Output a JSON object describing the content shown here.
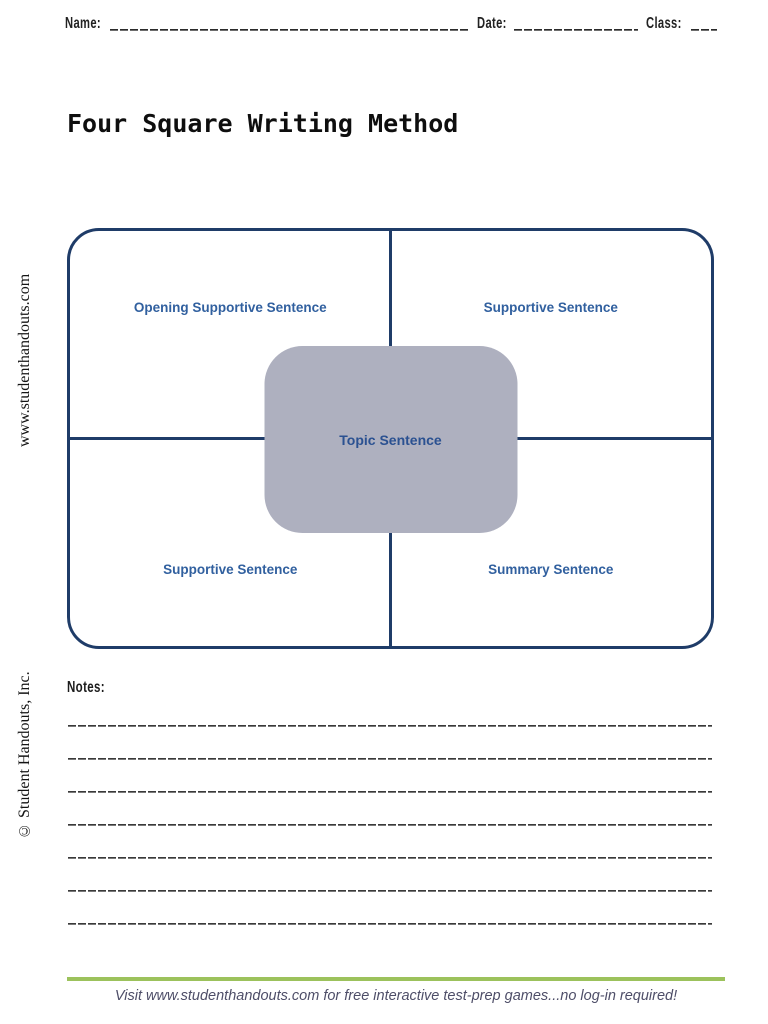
{
  "header": {
    "name_label": "Name:",
    "date_label": "Date:",
    "class_label": "Class:"
  },
  "title": "Four Square Writing Method",
  "sidebar": {
    "website_vertical": "www.studenthandouts.com",
    "copyright_vertical": "© Student Handouts, Inc."
  },
  "diagram": {
    "quadrants": [
      {
        "position": "top-left",
        "label": "Opening Supportive Sentence"
      },
      {
        "position": "top-right",
        "label": "Supportive Sentence"
      },
      {
        "position": "bottom-left",
        "label": "Supportive Sentence"
      },
      {
        "position": "bottom-right",
        "label": "Summary Sentence"
      }
    ],
    "center_label": "Topic Sentence",
    "colors": {
      "border_navy": "#1f3c68",
      "quadrant_label_blue": "#31609f",
      "topic_label_blue": "#2b5191",
      "center_fill_gray": "#aeb0bf"
    }
  },
  "notes": {
    "label": "Notes:",
    "line_count": 7
  },
  "footer": {
    "text": "Visit www.studenthandouts.com for free interactive test-prep games...no log-in required!",
    "rule_color": "#9cc25c",
    "text_color": "#4e4e68"
  }
}
